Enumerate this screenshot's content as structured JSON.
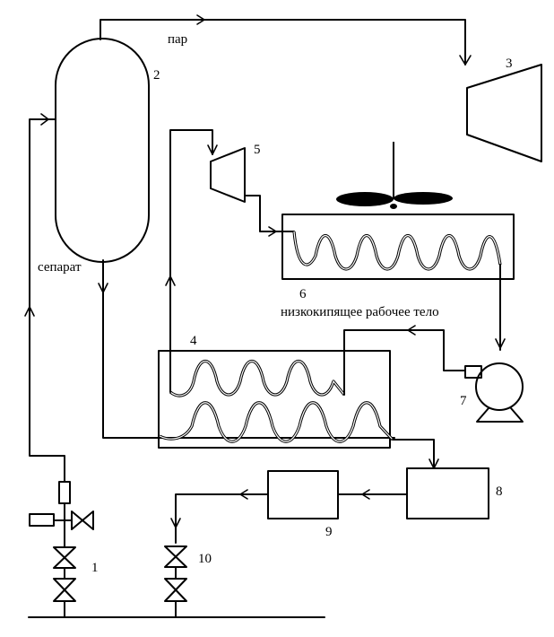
{
  "labels": {
    "steam": "пар",
    "separate": "сепарат",
    "working_fluid": "низкокипящее рабочее тело"
  },
  "numbers": {
    "valve_lower": "1",
    "separator": "2",
    "turbine": "3",
    "heat_exchanger": "4",
    "small_turbine": "5",
    "condenser": "6",
    "pump": "7",
    "tank_8": "8",
    "tank_9": "9",
    "valve_10": "10"
  }
}
